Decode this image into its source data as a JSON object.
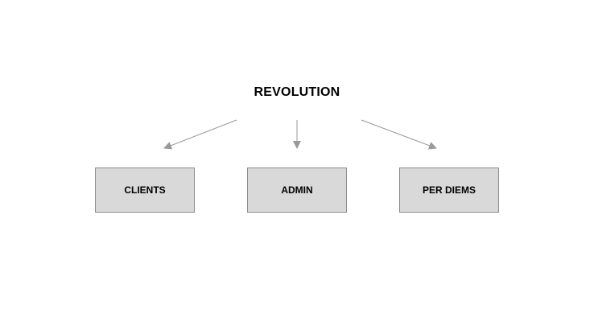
{
  "diagram": {
    "root": {
      "label": "REVOLUTION"
    },
    "children": [
      {
        "label": "CLIENTS"
      },
      {
        "label": "ADMIN"
      },
      {
        "label": "PER DIEMS"
      }
    ],
    "colors": {
      "box_fill": "#d9d9d9",
      "box_border": "#8c8c8c",
      "arrow": "#999999",
      "text": "#000000"
    }
  }
}
